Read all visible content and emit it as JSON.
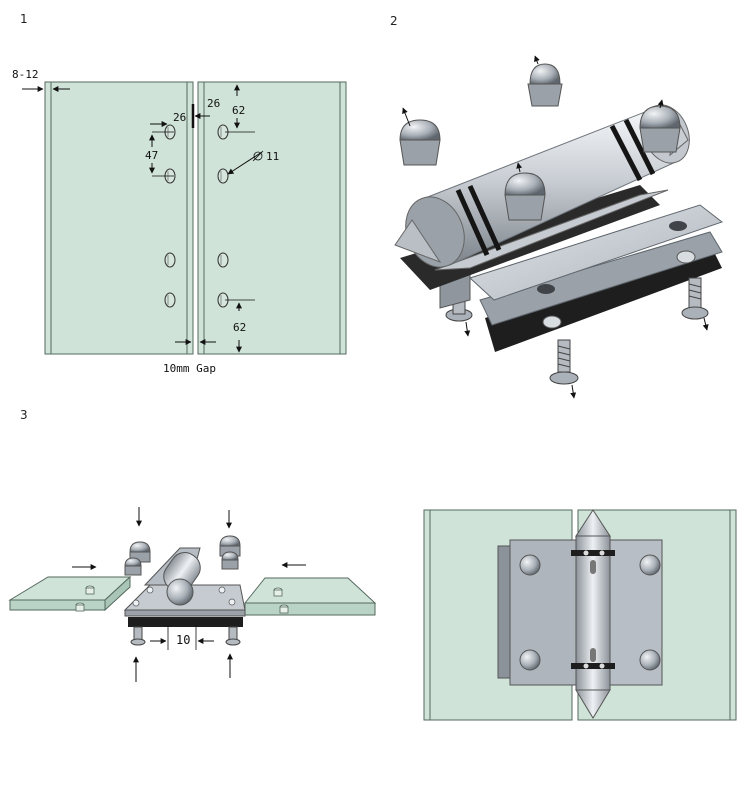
{
  "steps": {
    "s1": "1",
    "s2": "2",
    "s3": "3"
  },
  "panel1": {
    "dims": {
      "glass_thickness": "8-12",
      "edge_offset_left": "26",
      "edge_offset_right": "26",
      "top_offset": "62",
      "hole_spacing": "47",
      "hole_diameter": "11",
      "bottom_offset": "62"
    },
    "gap_label": "10mm Gap"
  },
  "panel3": {
    "gap": "10"
  },
  "colors": {
    "glass": "#cfe3d8",
    "glass_edge": "#6f8a7c",
    "metal_light": "#e4e8ec",
    "metal_mid": "#b6bcc3",
    "metal_dark": "#70777e",
    "gasket": "#1e1e1e"
  }
}
